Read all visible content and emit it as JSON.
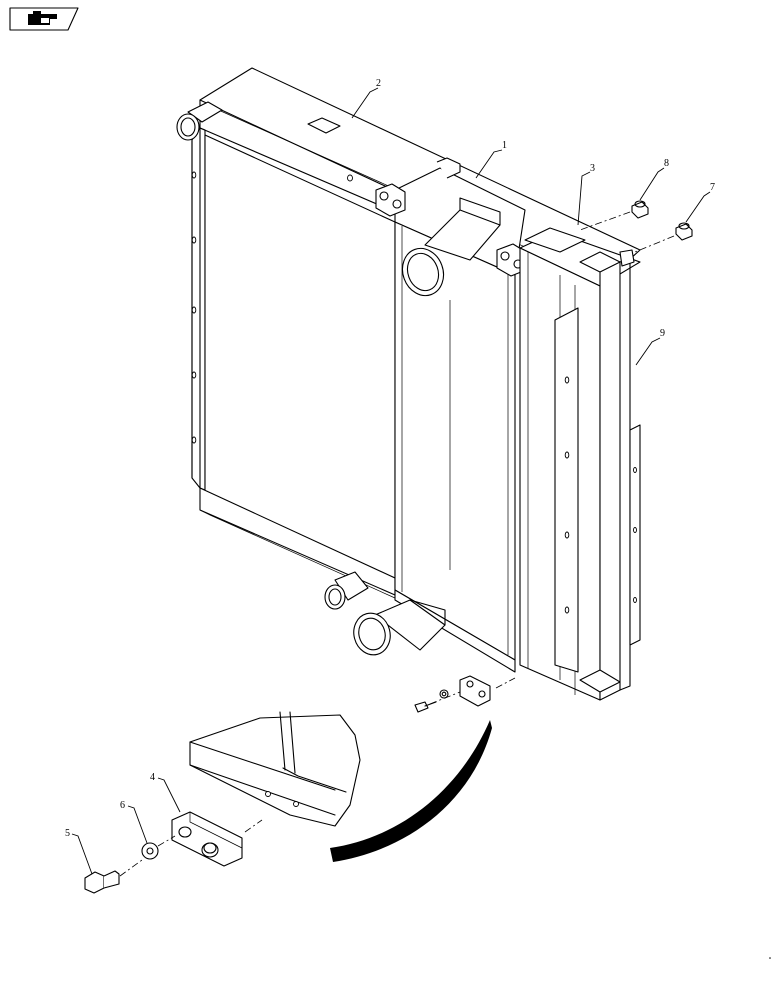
{
  "nav_icon": {
    "name": "back-arrow-icon"
  },
  "callouts": [
    {
      "id": "callout-1",
      "text": "1"
    },
    {
      "id": "callout-2",
      "text": "2"
    },
    {
      "id": "callout-3",
      "text": "3"
    },
    {
      "id": "callout-4",
      "text": "4"
    },
    {
      "id": "callout-5",
      "text": "5"
    },
    {
      "id": "callout-6",
      "text": "6"
    },
    {
      "id": "callout-7",
      "text": "7"
    },
    {
      "id": "callout-8",
      "text": "8"
    },
    {
      "id": "callout-9",
      "text": "9"
    }
  ]
}
